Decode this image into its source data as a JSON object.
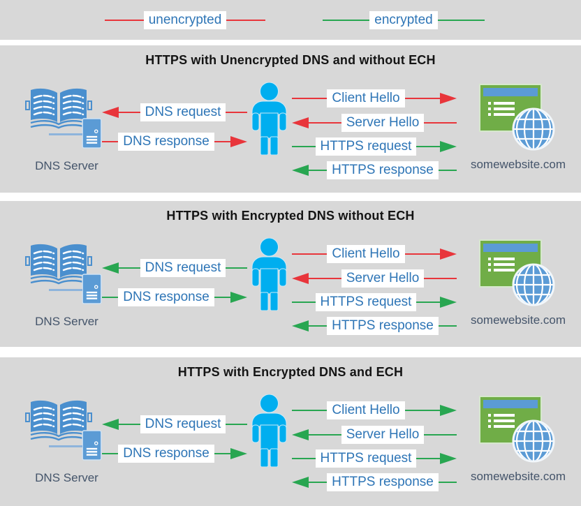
{
  "legend": {
    "items": [
      {
        "label": "unencrypted",
        "color_key": "unencrypted"
      },
      {
        "label": "encrypted",
        "color_key": "encrypted"
      }
    ]
  },
  "colors": {
    "unencrypted": "#e8353b",
    "encrypted": "#28a651",
    "panel_bg": "#d8d8d8",
    "arrow_label_text": "#2e75b6",
    "caption_text": "#44546a",
    "title_text": "#141414",
    "person_blue": "#00aeef",
    "icon_blue": "#5b9bd5",
    "icon_blue_border": "#cfe2f3",
    "book_blue": "#4a8fce",
    "website_green": "#70ad47",
    "website_border": "#d6e8cd",
    "connector_blue": "#8eb4dc"
  },
  "actors": {
    "dns_server_label": "DNS Server",
    "website_label": "somewebsite.com"
  },
  "panels": [
    {
      "title": "HTTPS with Unencrypted DNS and without ECH",
      "dns_arrows": [
        {
          "label": "DNS request",
          "direction": "left",
          "encrypted": false
        },
        {
          "label": "DNS response",
          "direction": "right",
          "encrypted": false
        }
      ],
      "web_arrows": [
        {
          "label": "Client Hello",
          "direction": "right",
          "encrypted": false
        },
        {
          "label": "Server Hello",
          "direction": "left",
          "encrypted": false
        },
        {
          "label": "HTTPS request",
          "direction": "right",
          "encrypted": true
        },
        {
          "label": "HTTPS response",
          "direction": "left",
          "encrypted": true
        }
      ]
    },
    {
      "title": "HTTPS with Encrypted DNS without ECH",
      "dns_arrows": [
        {
          "label": "DNS request",
          "direction": "left",
          "encrypted": true
        },
        {
          "label": "DNS response",
          "direction": "right",
          "encrypted": true
        }
      ],
      "web_arrows": [
        {
          "label": "Client Hello",
          "direction": "right",
          "encrypted": false
        },
        {
          "label": "Server Hello",
          "direction": "left",
          "encrypted": false
        },
        {
          "label": "HTTPS request",
          "direction": "right",
          "encrypted": true
        },
        {
          "label": "HTTPS response",
          "direction": "left",
          "encrypted": true
        }
      ]
    },
    {
      "title": "HTTPS with Encrypted DNS and ECH",
      "dns_arrows": [
        {
          "label": "DNS request",
          "direction": "left",
          "encrypted": true
        },
        {
          "label": "DNS response",
          "direction": "right",
          "encrypted": true
        }
      ],
      "web_arrows": [
        {
          "label": "Client Hello",
          "direction": "right",
          "encrypted": true
        },
        {
          "label": "Server Hello",
          "direction": "left",
          "encrypted": true
        },
        {
          "label": "HTTPS request",
          "direction": "right",
          "encrypted": true
        },
        {
          "label": "HTTPS response",
          "direction": "left",
          "encrypted": true
        }
      ]
    }
  ]
}
